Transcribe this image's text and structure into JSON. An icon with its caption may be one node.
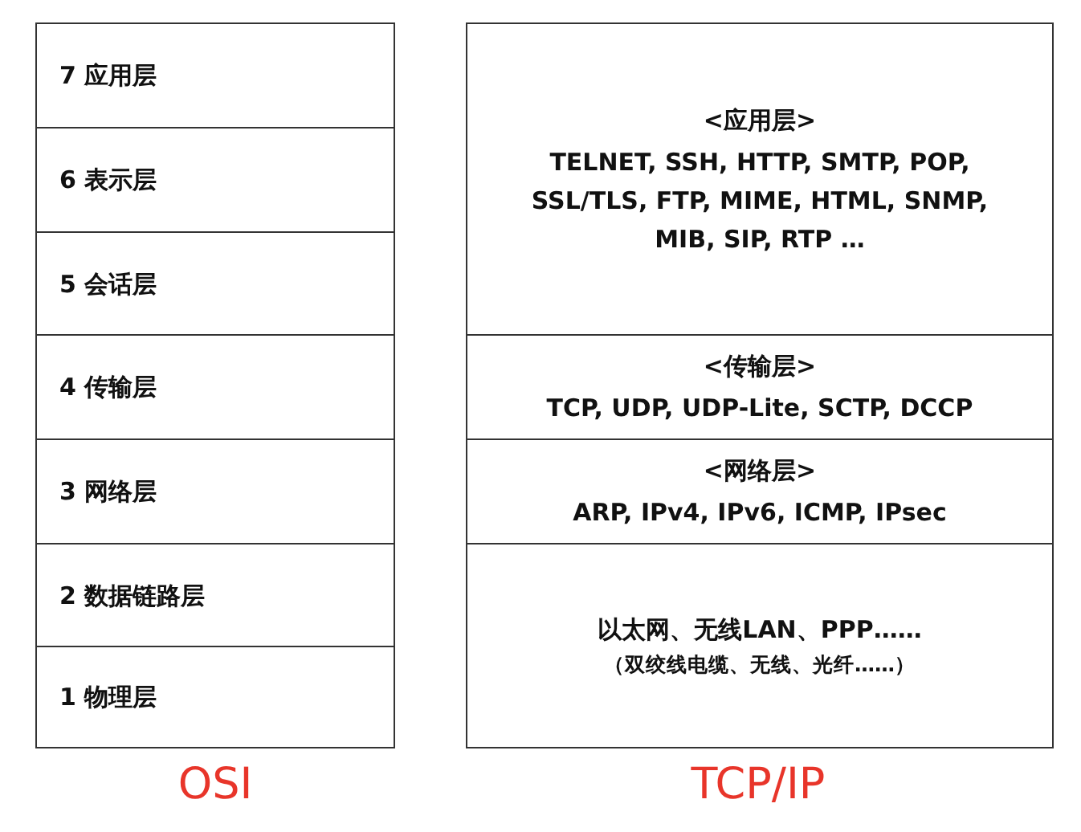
{
  "diagram": {
    "nodes": [
      {
        "text": [
          "7 应用层"
        ]
      },
      {
        "text": [
          "6 表示层"
        ]
      },
      {
        "text": [
          "5 会话层"
        ]
      },
      {
        "text": [
          "4 传输层"
        ]
      },
      {
        "text": [
          "3 网络层"
        ]
      },
      {
        "text": [
          "2 数据链路层"
        ]
      },
      {
        "text": [
          "1 物理层"
        ]
      },
      {
        "text": [
          "<应用层>",
          "TELNET, SSH, HTTP, SMTP, POP, SSL/TLS, FTP, MIME, HTML, SNMP, MIB, SIP, RTP …"
        ]
      },
      {
        "text": [
          "<传输层>",
          "TCP, UDP, UDP-Lite, SCTP, DCCP"
        ]
      },
      {
        "text": [
          "<网络层>",
          "ARP, IPv4, IPv6, ICMP, IPsec"
        ]
      },
      {
        "text": [
          "以太网、无线LAN、PPP……",
          "（双绞线电缆、无线、光纤……）"
        ]
      }
    ],
    "labels": [
      "OSI",
      "TCP/IP"
    ]
  }
}
